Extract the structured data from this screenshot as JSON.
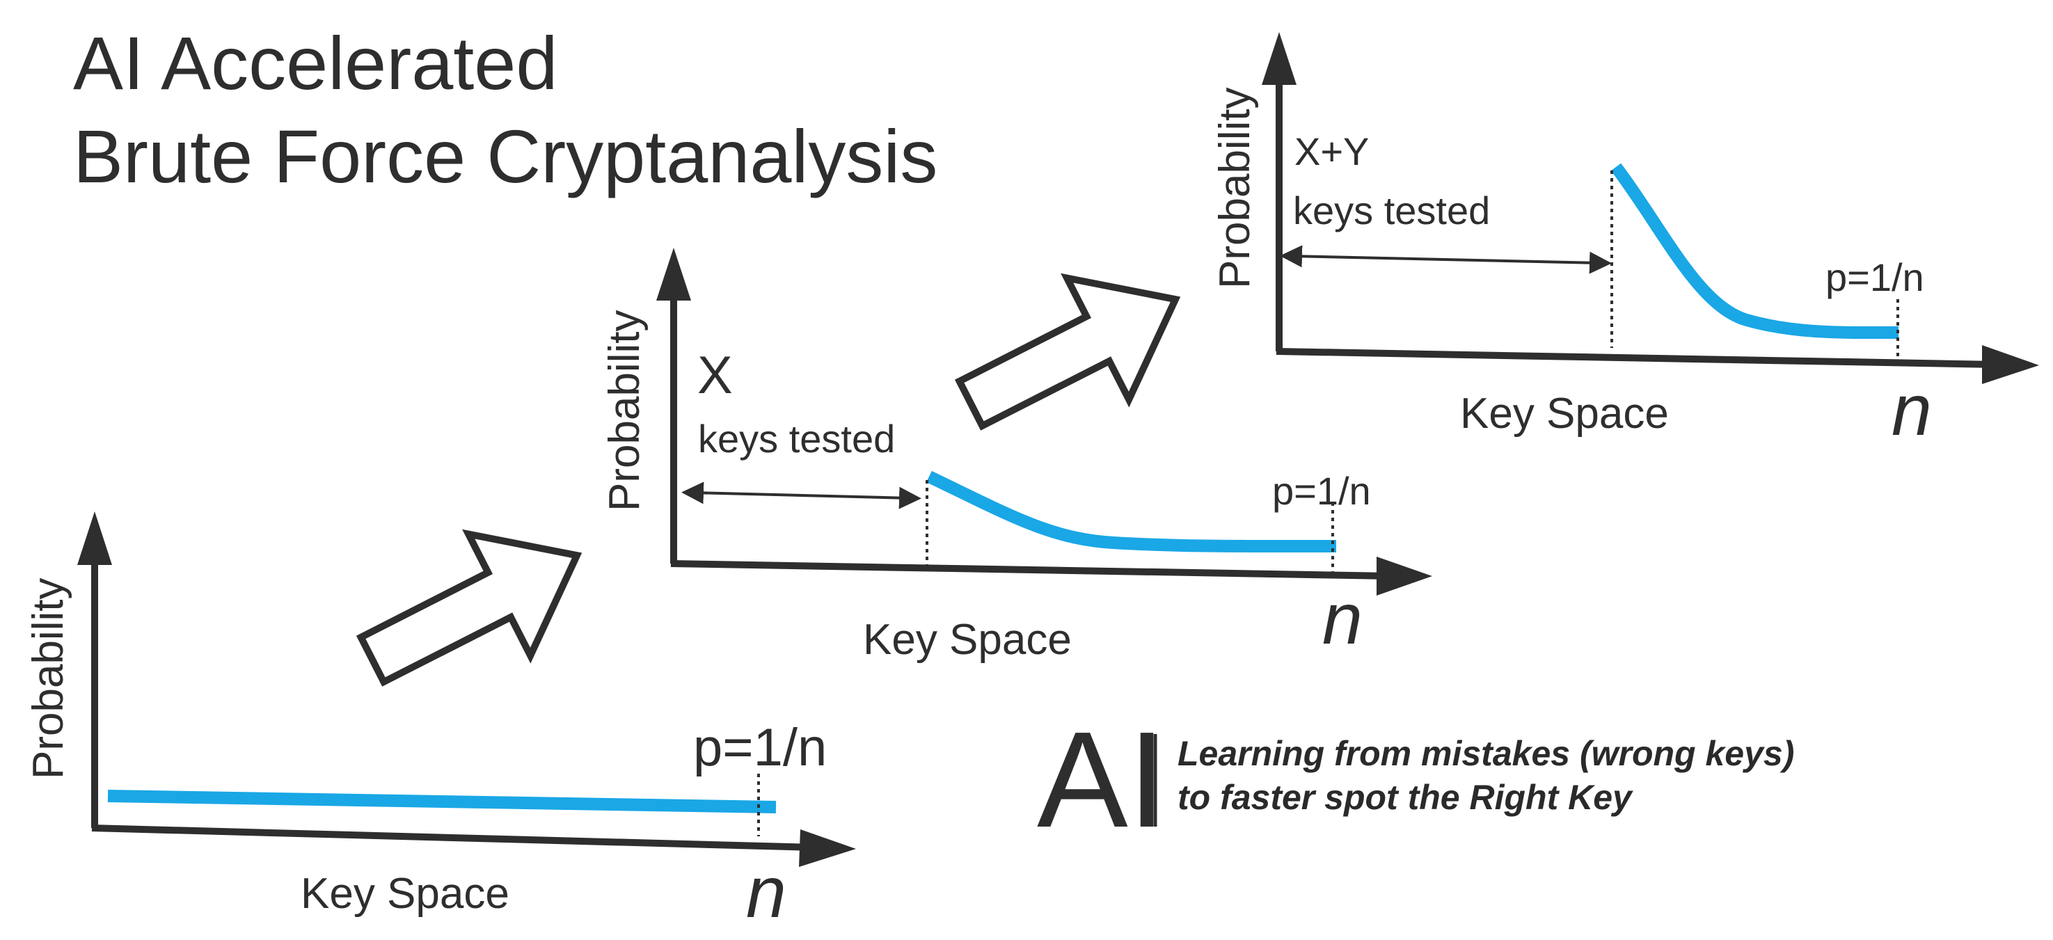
{
  "title": {
    "line1": "AI Accelerated",
    "line2": "Brute Force Cryptanalysis"
  },
  "colors": {
    "curve": "#1aa7e6",
    "ink": "#2e2e2e",
    "background": "#ffffff"
  },
  "icons": [
    "right-up-hollow-arrow-icon",
    "double-headed-arrow-icon"
  ],
  "panels": [
    {
      "id": "panel-1",
      "ylabel": "Probability",
      "xlabel": "Key Space",
      "n_label": "n",
      "p_label": "p=1/n"
    },
    {
      "id": "panel-2",
      "ylabel": "Probability",
      "xlabel": "Key Space",
      "n_label": "n",
      "p_label": "p=1/n",
      "tested_line1": "X",
      "tested_line2": "keys tested"
    },
    {
      "id": "panel-3",
      "ylabel": "Probability",
      "xlabel": "Key Space",
      "n_label": "n",
      "p_label": "p=1/n",
      "tested_line1": "X+Y",
      "tested_line2": "keys tested"
    }
  ],
  "ai_note": {
    "mark": "AI",
    "line1": "Learning from mistakes (wrong keys)",
    "line2": "to faster spot the Right Key"
  }
}
